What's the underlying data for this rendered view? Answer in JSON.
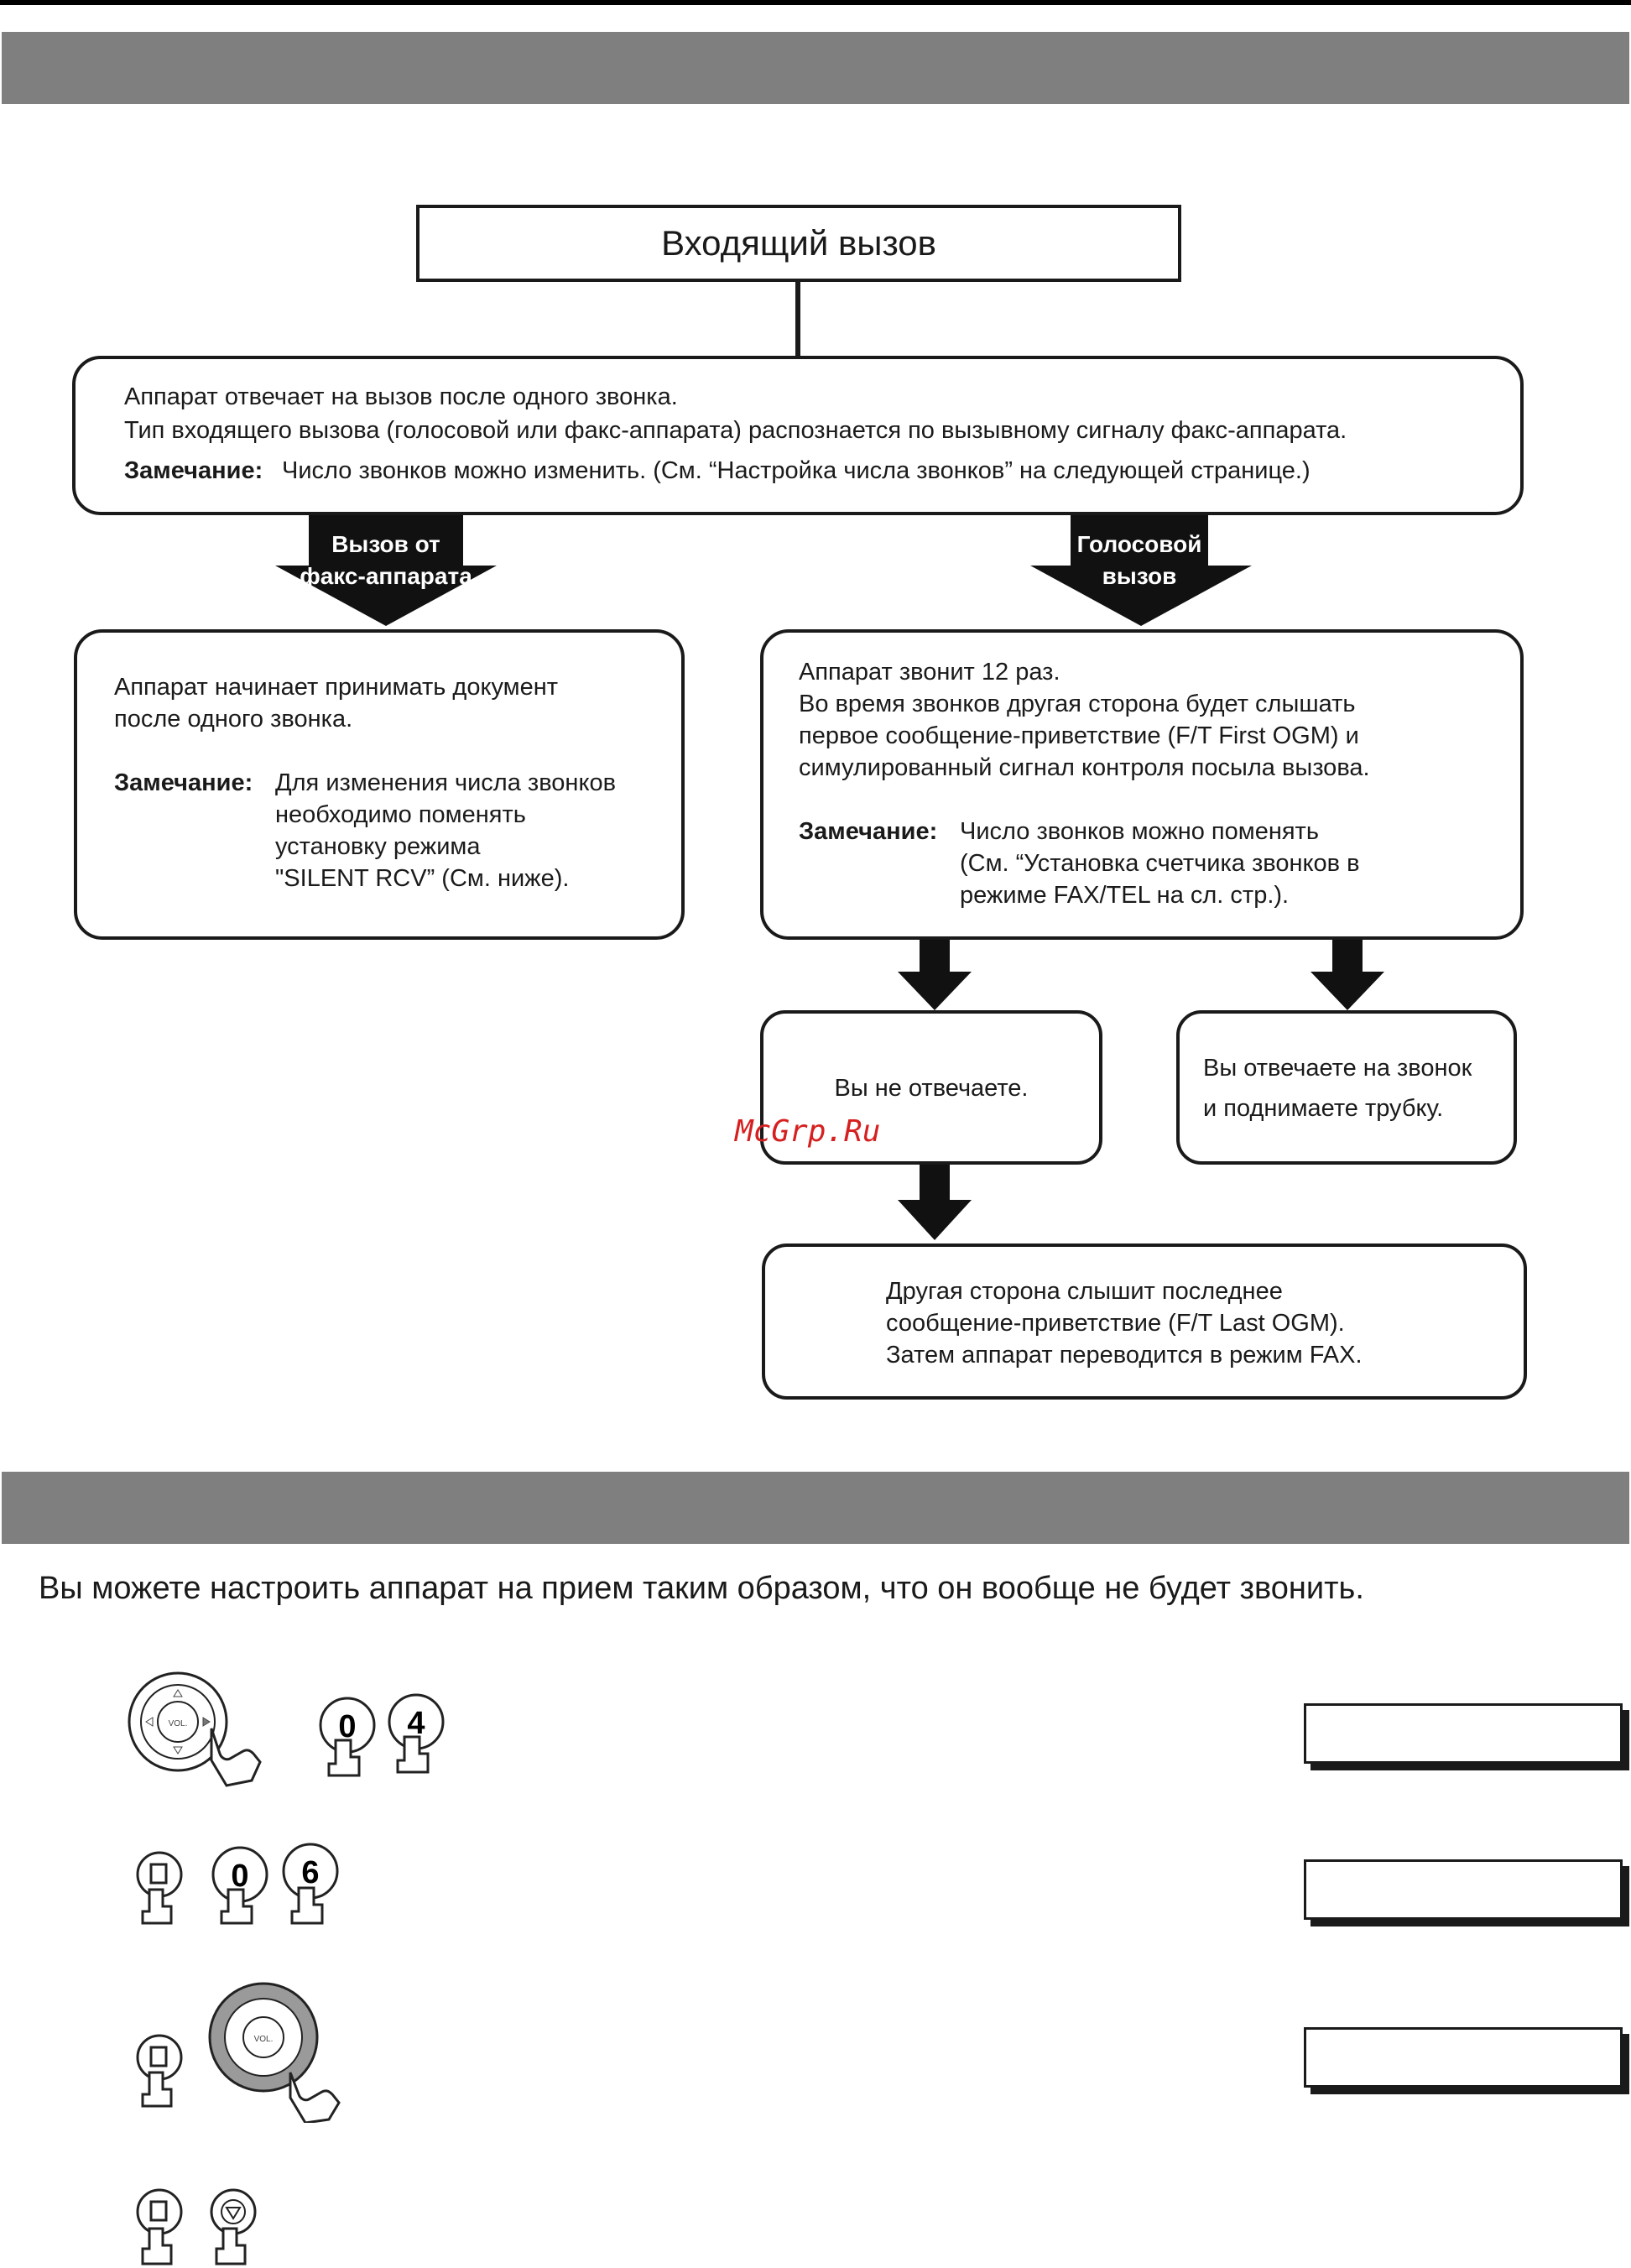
{
  "flow": {
    "incoming": "Входящий вызов",
    "top": {
      "line1": "Аппарат отвечает на вызов после одного звонка.",
      "line2": "Тип входящего вызова (голосовой или факс-аппарата) распознается по вызывному сигналу факс-аппарата.",
      "note_label": "Замечание:",
      "note_text": "Число звонков можно изменить. (См. “Настройка числа звонков” на следующей странице.)"
    },
    "arrow_fax": {
      "line1": "Вызов от",
      "line2": "факс-аппарата"
    },
    "arrow_voice": {
      "line1": "Голосовой",
      "line2": "вызов"
    },
    "fax_box": {
      "line1": "Аппарат начинает принимать документ",
      "line2": "после одного звонка.",
      "note_label": "Замечание:",
      "note1": "Для изменения числа звонков",
      "note2": "необходимо поменять",
      "note3": "установку режима",
      "note4": "\"SILENT RCV” (См. ниже)."
    },
    "voice_box": {
      "line1": "Аппарат звонит 12 раз.",
      "line2": "Во время звонков другая сторона будет слышать",
      "line3": "первое сообщение-приветствие (F/T First OGM) и",
      "line4": "симулированный сигнал контроля посыла вызова.",
      "note_label": "Замечание:",
      "note1": "Число звонков можно поменять",
      "note2": "(См. “Установка счетчика звонков в",
      "note3": "режиме FAX/TEL на сл. стр.)."
    },
    "no_answer": "Вы не отвечаете.",
    "answer": {
      "line1": "Вы отвечаете на звонок",
      "line2": "и поднимаете трубку."
    },
    "final": {
      "line1": "Другая сторона слышит последнее",
      "line2": "сообщение-приветствие (F/T Last OGM).",
      "line3": "Затем аппарат переводится в режим FAX."
    }
  },
  "watermark": "McGrp.Ru",
  "silent": {
    "intro": "Вы можете настроить аппарат на прием таким образом, что он вообще не будет  звонить.",
    "steps": [
      {
        "keys": [
          "0",
          "4"
        ]
      },
      {
        "keys": [
          "0",
          "6"
        ]
      },
      {
        "keys": []
      },
      {
        "keys": []
      }
    ],
    "dial_label": "VOL."
  }
}
